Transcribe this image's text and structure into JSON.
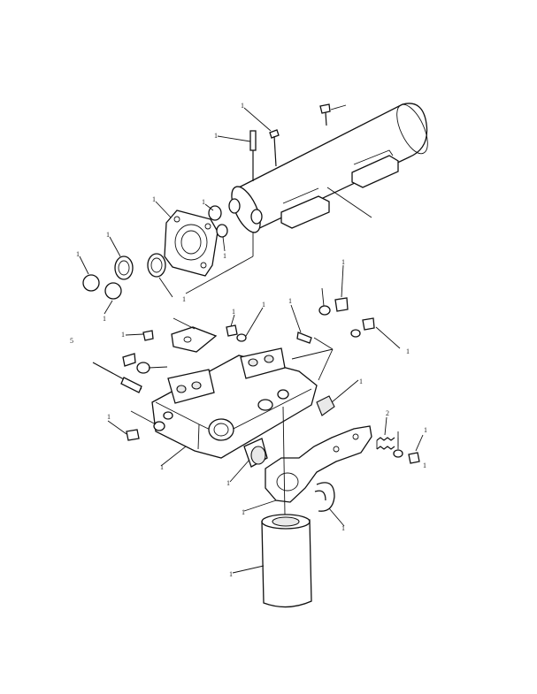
{
  "diagram": {
    "callouts": [
      {
        "id": "c1",
        "text": "1"
      },
      {
        "id": "c2",
        "text": "1"
      },
      {
        "id": "c3",
        "text": "1"
      },
      {
        "id": "c4",
        "text": "1"
      },
      {
        "id": "c5",
        "text": "1"
      },
      {
        "id": "c6",
        "text": "1"
      },
      {
        "id": "c7",
        "text": "1"
      },
      {
        "id": "c8",
        "text": "1"
      },
      {
        "id": "c9",
        "text": "1"
      },
      {
        "id": "c10",
        "text": "1"
      },
      {
        "id": "c11",
        "text": "1"
      },
      {
        "id": "c12",
        "text": "1"
      },
      {
        "id": "c13",
        "text": "1"
      },
      {
        "id": "c14",
        "text": "1"
      },
      {
        "id": "c15",
        "text": "5"
      },
      {
        "id": "c16",
        "text": "1"
      },
      {
        "id": "c17",
        "text": "1"
      },
      {
        "id": "c18",
        "text": "1"
      },
      {
        "id": "c19",
        "text": "2"
      },
      {
        "id": "c20",
        "text": "1"
      },
      {
        "id": "c21",
        "text": "1"
      },
      {
        "id": "c22",
        "text": "1"
      },
      {
        "id": "c23",
        "text": "1"
      },
      {
        "id": "c24",
        "text": "1"
      },
      {
        "id": "c25",
        "text": "1"
      },
      {
        "id": "c26",
        "text": "1"
      }
    ]
  }
}
